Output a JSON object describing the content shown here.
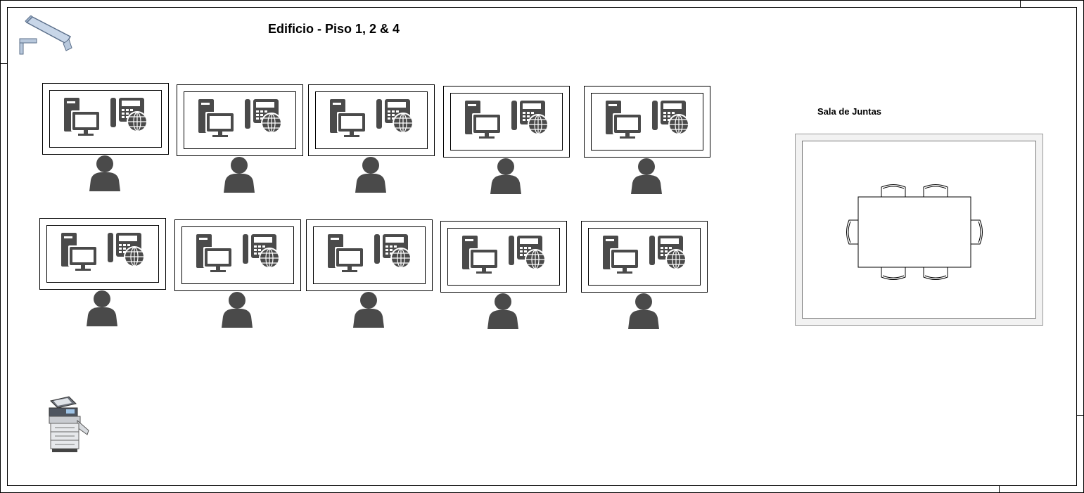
{
  "floor": {
    "title": "Edificio - Piso 1, 2 & 4",
    "meeting_room": {
      "label": "Sala de Juntas",
      "chairs": 6
    },
    "workstation_rows": 2,
    "workstations_per_row": 5,
    "icons": {
      "camera": "security-camera-icon",
      "printer": "printer-copier-icon",
      "workstation": "computer-and-ip-phone-icon",
      "person": "user-icon"
    },
    "colors": {
      "icon": "#4a4a4a",
      "wall": "#000000",
      "room_border": "#999999"
    }
  }
}
